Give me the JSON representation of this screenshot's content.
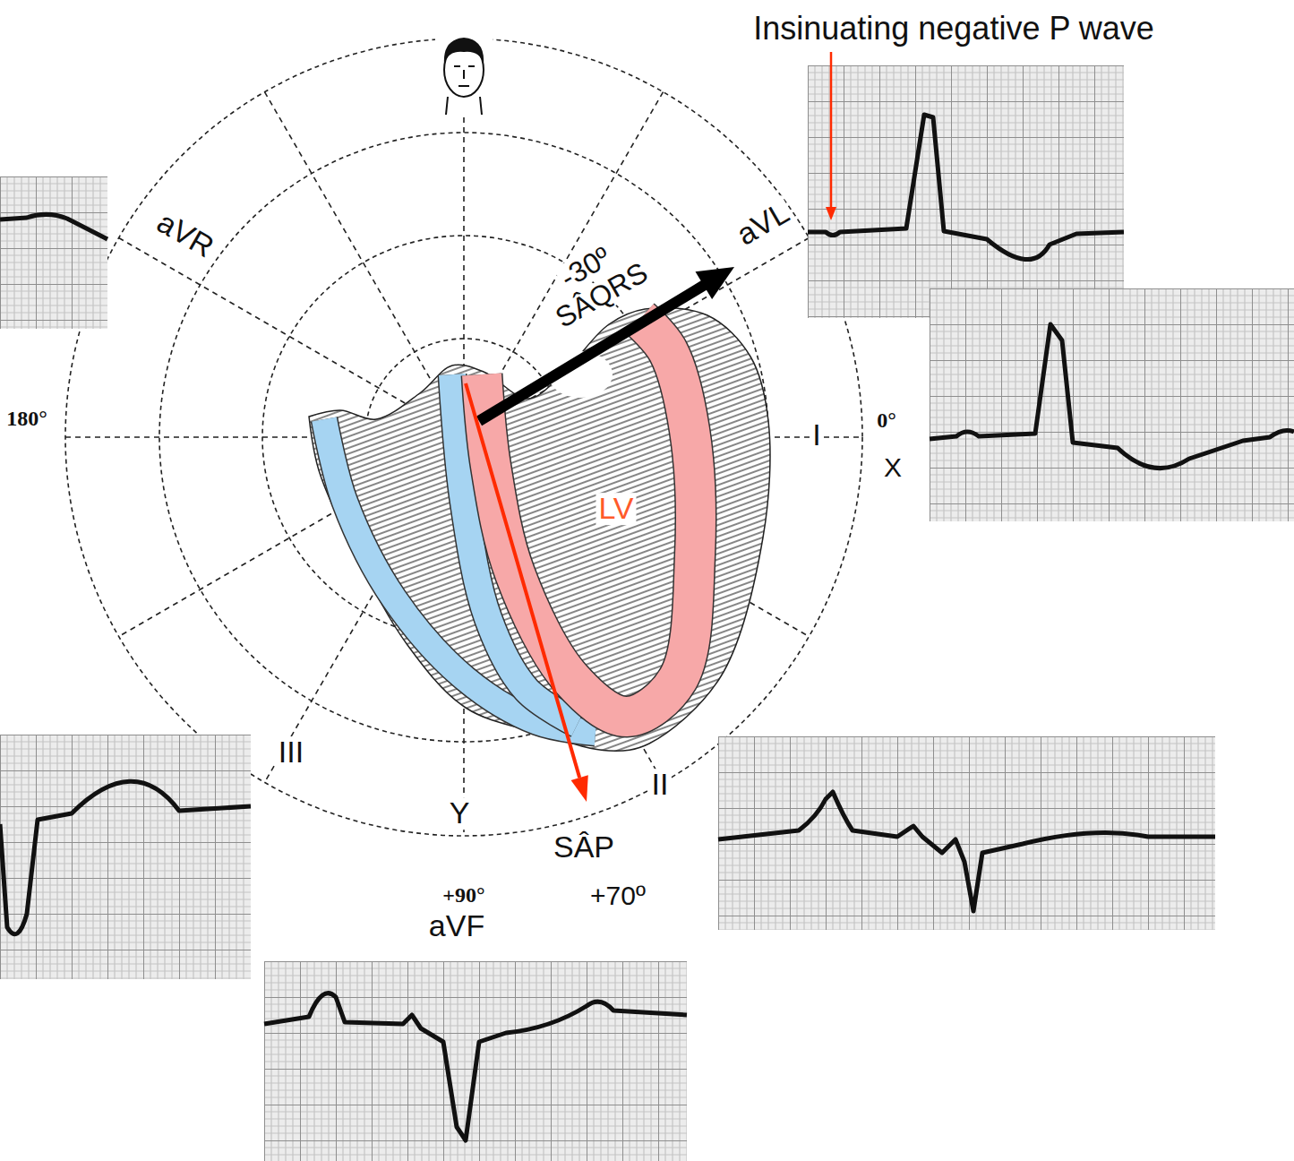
{
  "diagram": {
    "labels": [
      "Insinuating negative P wave",
      "aVR",
      "aVL",
      "-30º",
      "SÂQRS",
      "180°",
      "I",
      "0°",
      "X",
      "LV",
      "III",
      "II",
      "Y",
      "SÂP",
      "+90°",
      "+70º",
      "aVF"
    ]
  }
}
